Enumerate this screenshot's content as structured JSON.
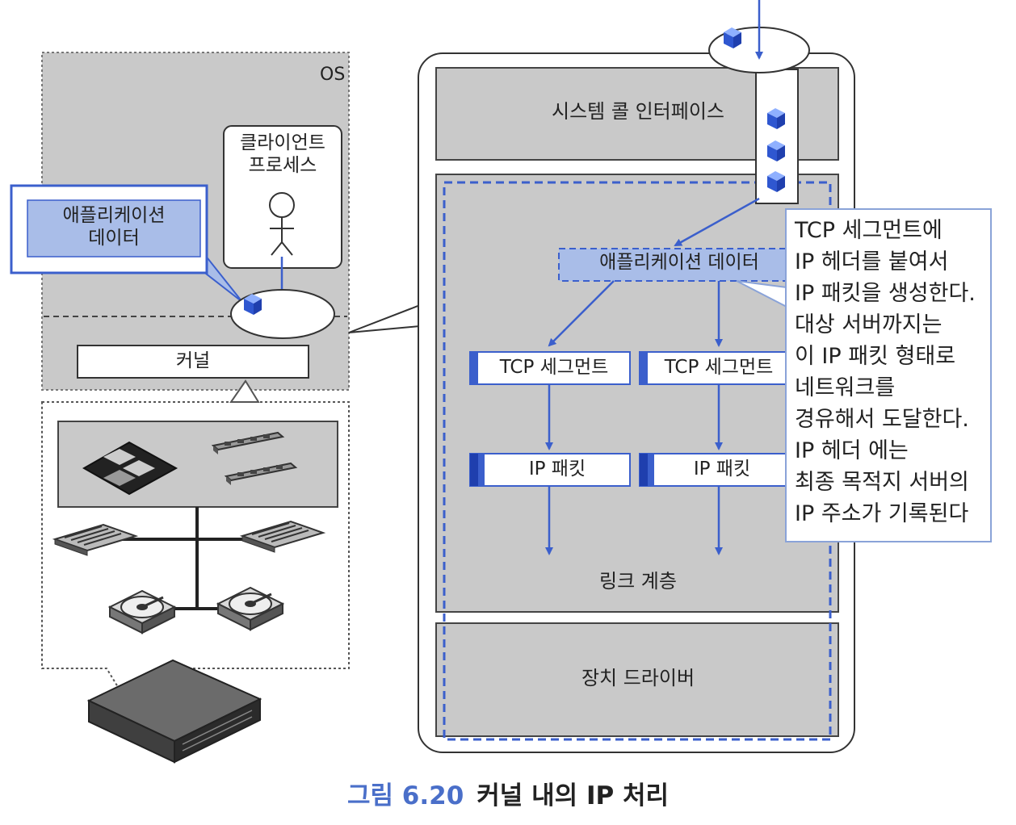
{
  "left": {
    "os_label": "OS",
    "client_process": "클라이언트\n프로세스",
    "app_data": "애플리케이션\n데이터",
    "kernel": "커널"
  },
  "right": {
    "syscall_interface": "시스템 콜 인터페이스",
    "app_data": "애플리케이션 데이터",
    "tcp_segment_1": "TCP 세그먼트",
    "tcp_segment_2": "TCP 세그먼트",
    "ip_packet_1": "IP 패킷",
    "ip_packet_2": "IP 패킷",
    "link_layer": "링크 계층",
    "device_driver": "장치 드라이버"
  },
  "note_lines": [
    "TCP 세그먼트에",
    "IP 헤더를 붙여서",
    "IP 패킷을 생성한다.",
    "대상 서버까지는",
    "이 IP 패킷 형태로",
    "네트워크를",
    "경유해서 도달한다.",
    "IP 헤더 에는",
    "최종 목적지 서버의",
    "IP 주소가 기록된다"
  ],
  "caption": {
    "number": "그림 6.20",
    "title": "커널 내의 IP 처리"
  },
  "colors": {
    "accent": "#3b5fcc",
    "box_fill": "#a9bde8",
    "gray_bg": "#c9c9c9"
  }
}
